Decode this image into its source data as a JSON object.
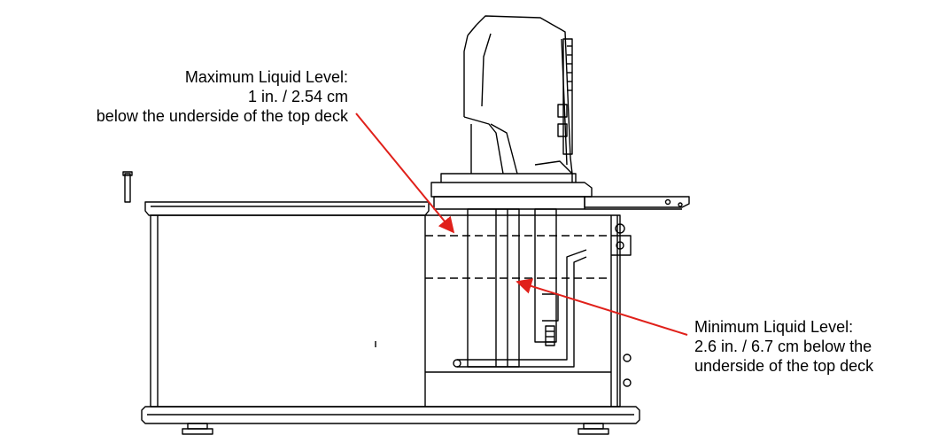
{
  "callouts": {
    "max": {
      "lines": [
        "Maximum Liquid Level:",
        "1 in. / 2.54 cm",
        "below the underside of the top deck"
      ]
    },
    "min": {
      "lines": [
        "Minimum Liquid Level:",
        "2.6 in. / 6.7 cm below the",
        "underside of the top deck"
      ]
    }
  },
  "colors": {
    "line": "#000000",
    "arrow": "#e0201a",
    "background": "#ffffff"
  }
}
